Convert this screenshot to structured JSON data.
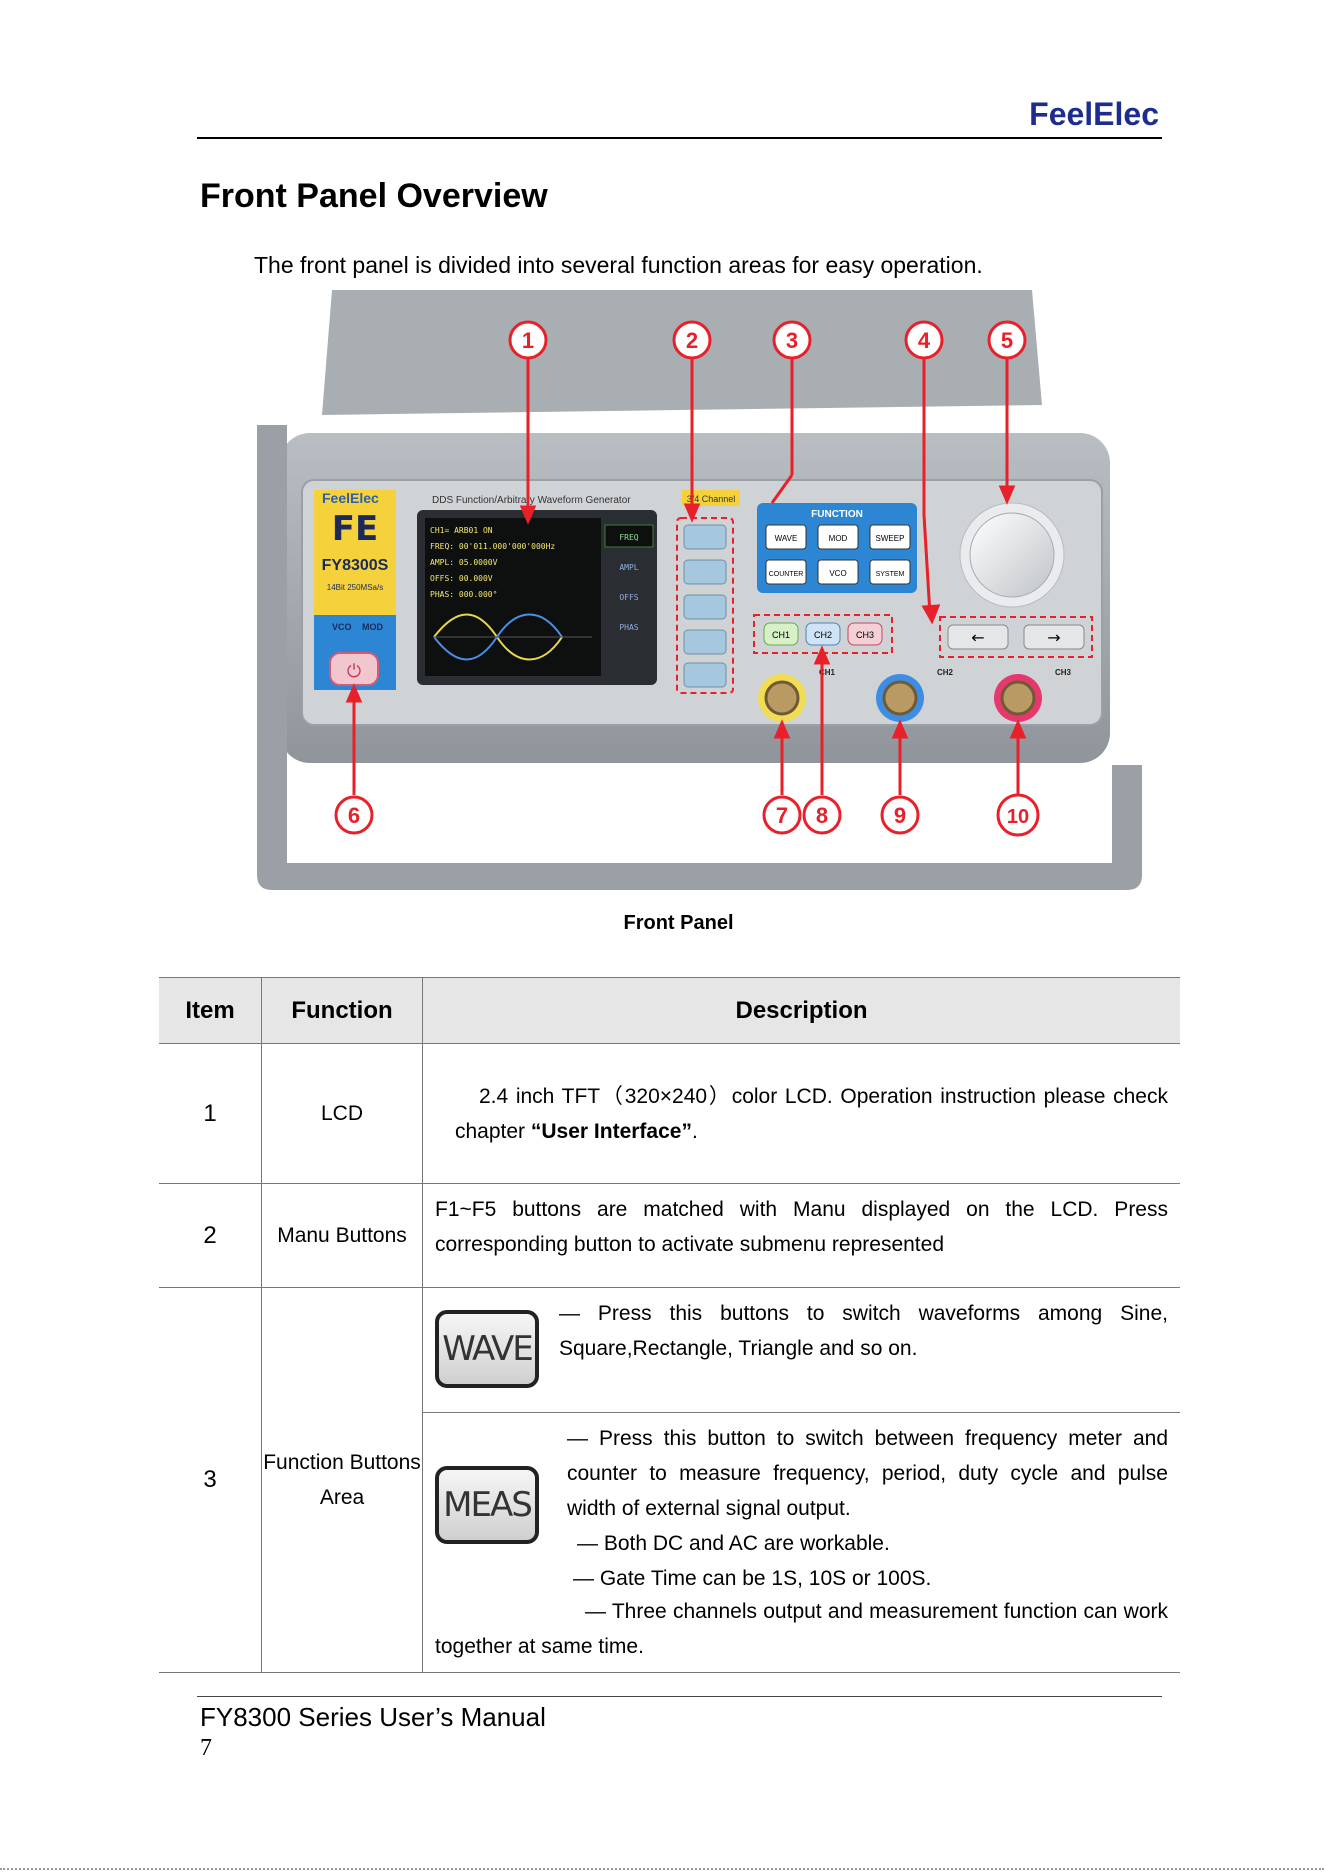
{
  "header": {
    "brand": "FeelElec"
  },
  "section": {
    "title": "Front Panel Overview",
    "intro": "The front panel is divided into several function areas for easy operation."
  },
  "figure": {
    "caption": "Front Panel",
    "panel_brand": "FeelElec",
    "panel_model_logo": "FE",
    "panel_model": "FY8300S",
    "panel_subtitle": "DDS Function/Arbitrary Waveform Generator",
    "panel_channel_tag": "3/4 Channel",
    "panel_specs": "14Bit 250MSa/s",
    "vco_label": "VCO",
    "mod_label": "MOD",
    "lcd_lines": [
      "CH1= ARB01      ON",
      "FREQ: 00'011.000'000'000Hz",
      "AMPL: 05.0000V",
      "OFFS: 00.000V",
      "PHAS: 000.000°"
    ],
    "lcd_menu": [
      "FREQ",
      "AMPL",
      "OFFS",
      "PHAS"
    ],
    "function_title": "FUNCTION",
    "function_buttons": [
      "WAVE",
      "MOD",
      "SWEEP",
      "COUNTER",
      "VCO",
      "SYSTEM"
    ],
    "channel_buttons": [
      "CH1",
      "CH2",
      "CH3"
    ],
    "jack_labels": [
      "CH1",
      "CH2",
      "CH3"
    ],
    "markers": [
      "1",
      "2",
      "3",
      "4",
      "5",
      "6",
      "7",
      "8",
      "9",
      "10"
    ],
    "marker_color": "#e8202a"
  },
  "table": {
    "headers": [
      "Item",
      "Function",
      "Description"
    ],
    "row1": {
      "item": "1",
      "function": "LCD",
      "desc_pre": "2.4 inch TFT（320×240）color LCD. Operation instruction please check chapter ",
      "desc_link": "“User Interface”",
      "desc_post": "."
    },
    "row2": {
      "item": "2",
      "function": "Manu Buttons",
      "desc": "F1~F5 buttons are matched with Manu displayed on the LCD. Press corresponding button to activate submenu represented"
    },
    "row3": {
      "item": "3",
      "function": "Function Buttons Area",
      "wave_button": "WAVE",
      "wave_desc": "— Press this buttons to switch waveforms among Sine, Square,Rectangle, Triangle and so on.",
      "meas_button": "MEAS",
      "meas_desc1": "— Press this button to switch between frequency meter and counter to measure frequency, period, duty cycle and pulse width of external signal output.",
      "meas_desc2": "— Both DC and AC are workable.",
      "meas_desc3": "— Gate Time can be 1S, 10S or 100S.",
      "meas_desc4": "— Three channels output and measurement function can work together at same time."
    }
  },
  "footer": {
    "title": "FY8300 Series User’s Manual",
    "page": "7"
  }
}
